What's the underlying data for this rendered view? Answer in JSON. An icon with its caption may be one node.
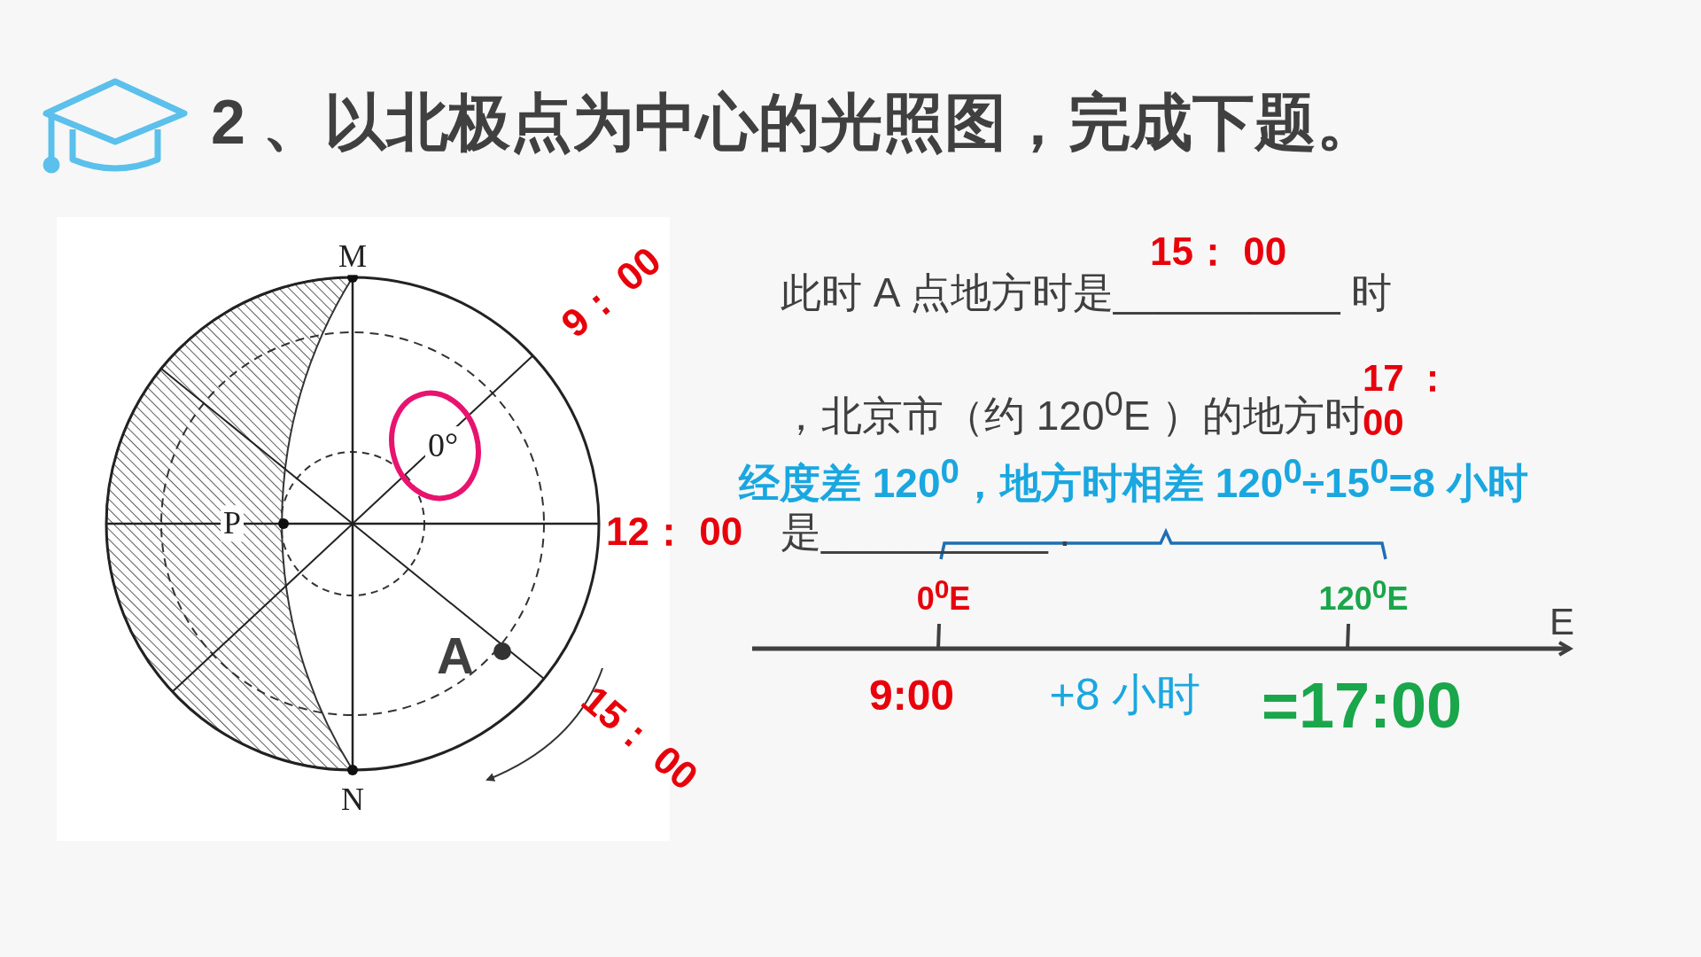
{
  "diagram": {
    "title": "2 、以北极点为中心的光照图，完成下题。",
    "labels": [
      "M",
      "9： 00",
      "15： 00",
      "此时 A 点地方时是__________ 时",
      "0°",
      "17 ： 00",
      "，北京市（约 120$^{0}$E ）的地方时",
      "经度差 120$^{0}$，地方时相差 120$^{0}$÷15$^{0}$=8 小时",
      "P",
      "12： 00",
      "是__________ .",
      "0$^{0}$E",
      "120$^{0}$E",
      "E",
      "A",
      "9:00",
      "+8 小时",
      "=17:00",
      "15： 00",
      "N"
    ]
  }
}
